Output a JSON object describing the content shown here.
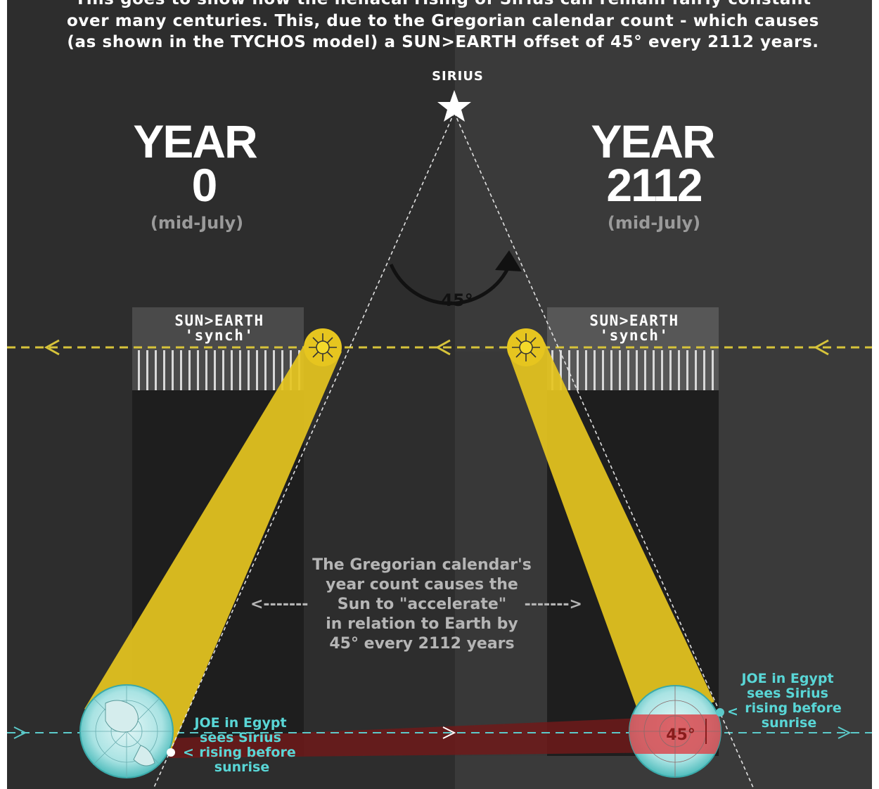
{
  "intro": {
    "line0": "This goes to show how the heliacal rising of Sirius can remain fairly constant",
    "line1": "over many centuries. This, due to the Gregorian calendar count - which causes",
    "line2": "(as shown in the TYCHOS model) a SUN>EARTH offset of 45° every 2112 years."
  },
  "star_label": "SIRIUS",
  "left": {
    "year_word": "YEAR",
    "year_number": "0",
    "season": "(mid-July)",
    "synch_line1": "SUN>EARTH",
    "synch_line2": "'synch'",
    "joe_line1": "JOE in Egypt",
    "joe_line2": "sees Sirius",
    "joe_line3": "rising before",
    "joe_line4": "sunrise"
  },
  "right": {
    "year_word": "YEAR",
    "year_number": "2112",
    "season": "(mid-July)",
    "synch_line1": "SUN>EARTH",
    "synch_line2": "'synch'",
    "joe_line1": "JOE in Egypt",
    "joe_line2": "sees Sirius",
    "joe_line3": "rising before",
    "joe_line4": "sunrise",
    "offset_label": "45°"
  },
  "rotation_label": "45°",
  "center_text": {
    "line1": "The Gregorian calendar's",
    "line2": "year count causes the",
    "line3": "Sun to \"accelerate\"",
    "line4": "in relation to Earth by",
    "line5": "45° every 2112 years",
    "arrow_left": "<-------",
    "arrow_right": "------->"
  },
  "colors": {
    "background_left": "#2d2d2d",
    "background_right": "#3a3a3a",
    "sun_beam": "#e6c51f",
    "sun_line": "#d6c33a",
    "earth_line": "#5ccaca",
    "highlight_red": "#d9494f",
    "earth_ocean": "#5ec9c9"
  }
}
